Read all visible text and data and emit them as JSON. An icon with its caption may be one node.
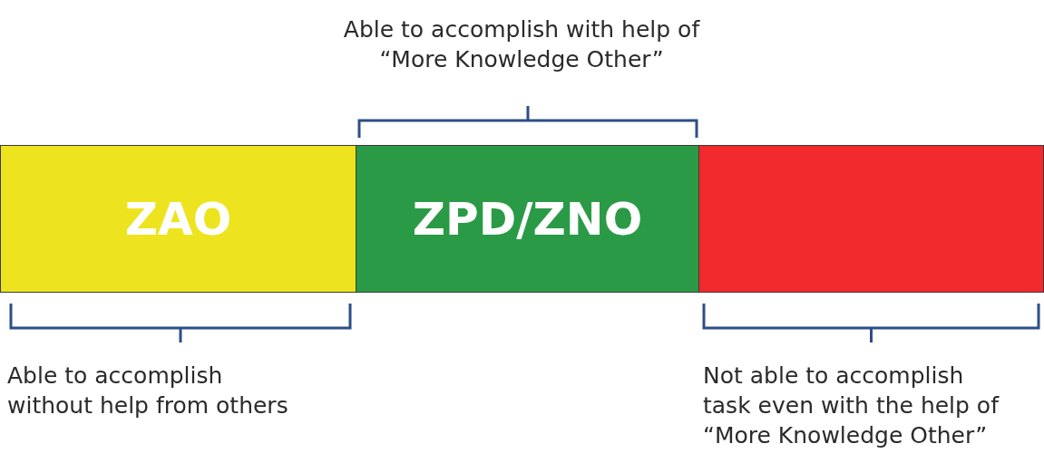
{
  "diagram": {
    "nodes": [
      {
        "text": [
          "ZAO"
        ],
        "beside": [
          "Able to accomplish without help from others"
        ]
      },
      {
        "text": [
          "ZPD/ZNO"
        ],
        "beside": [
          "Able to accomplish with help of “More Knowledge Other”"
        ]
      },
      {
        "text": [],
        "shape": "bar",
        "beside": [
          "Not able to accomplish task even with the help of “More Knowledge Other”"
        ]
      }
    ]
  }
}
